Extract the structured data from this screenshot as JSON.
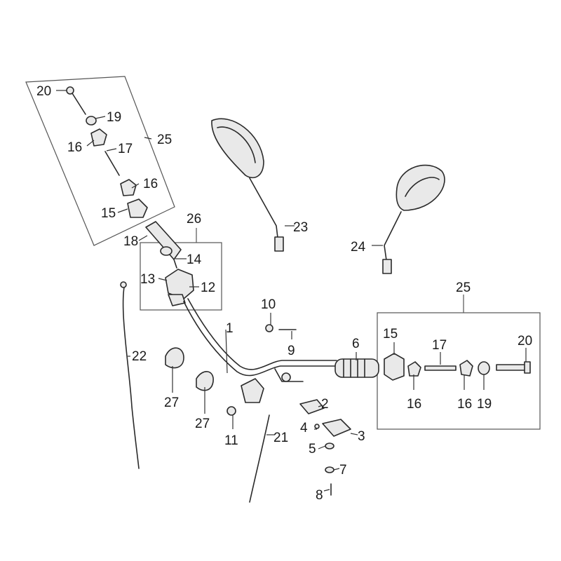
{
  "callouts": {
    "c1": "1",
    "c2": "2",
    "c3": "3",
    "c4": "4",
    "c5": "5",
    "c6": "6",
    "c7": "7",
    "c8": "8",
    "c9": "9",
    "c10": "10",
    "c11": "11",
    "c12": "12",
    "c13": "13",
    "c14": "14",
    "c15a": "15",
    "c15b": "15",
    "c16a": "16",
    "c16b": "16",
    "c16c": "16",
    "c16d": "16",
    "c17a": "17",
    "c17b": "17",
    "c18": "18",
    "c19a": "19",
    "c19b": "19",
    "c20a": "20",
    "c20b": "20",
    "c21": "21",
    "c22": "22",
    "c23": "23",
    "c24": "24",
    "c25a": "25",
    "c25b": "25",
    "c26": "26",
    "c27a": "27",
    "c27b": "27"
  }
}
